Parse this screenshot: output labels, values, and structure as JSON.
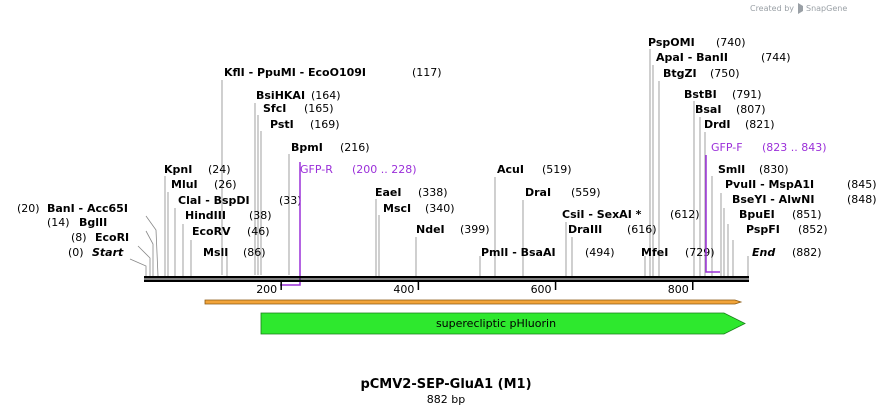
{
  "map": {
    "credit": "Created by",
    "brand": "SnapGene",
    "title": "pCMV2-SEP-GluA1 (M1)",
    "length_label": "882 bp",
    "sequence_length": 882,
    "ticks": [
      200,
      400,
      600,
      800
    ],
    "features": [
      {
        "label": "superecliptic pHluorin",
        "start": 171,
        "end": 882,
        "color": "#2ee82e"
      }
    ],
    "orfs": [
      {
        "start": 86,
        "end": 882,
        "color": "#f2a43a"
      }
    ],
    "sites": [
      {
        "label": "KflI  -  PpuMI  -  EcoO109I",
        "pos": "(117)"
      },
      {
        "label": "BsiHKAI",
        "pos": "(164)"
      },
      {
        "label": "SfcI",
        "pos": "(165)"
      },
      {
        "label": "PstI",
        "pos": "(169)"
      },
      {
        "label": "BpmI",
        "pos": "(216)"
      },
      {
        "label": "KpnI",
        "pos": "(24)"
      },
      {
        "label": "MluI",
        "pos": "(26)"
      },
      {
        "label": "ClaI  -  BspDI",
        "pos": "(33)"
      },
      {
        "label": "HindIII",
        "pos": "(38)"
      },
      {
        "label": "EcoRV",
        "pos": "(46)"
      },
      {
        "label": "MslI",
        "pos": "(86)"
      },
      {
        "label": "BanI  -  Acc65I",
        "pos": "(20)"
      },
      {
        "label": "BglII",
        "pos": "(14)"
      },
      {
        "label": "EcoRI",
        "pos": "(8)"
      },
      {
        "label": "Start",
        "pos": "(0)"
      },
      {
        "label": "EaeI",
        "pos": "(338)"
      },
      {
        "label": "MscI",
        "pos": "(340)"
      },
      {
        "label": "NdeI",
        "pos": "(399)"
      },
      {
        "label": "AcuI",
        "pos": "(519)"
      },
      {
        "label": "DraI",
        "pos": "(559)"
      },
      {
        "label": "PmlI  -  BsaAI",
        "pos": "(494)"
      },
      {
        "label": "CsiI  -  SexAI *",
        "pos": "(612)"
      },
      {
        "label": "DraIII",
        "pos": "(616)"
      },
      {
        "label": "MfeI",
        "pos": "(729)"
      },
      {
        "label": "PspOMI",
        "pos": "(740)"
      },
      {
        "label": "ApaI  -  BanII",
        "pos": "(744)"
      },
      {
        "label": "BtgZI",
        "pos": "(750)"
      },
      {
        "label": "BstBI",
        "pos": "(791)"
      },
      {
        "label": "BsaI",
        "pos": "(807)"
      },
      {
        "label": "DrdI",
        "pos": "(821)"
      },
      {
        "label": "SmlI",
        "pos": "(830)"
      },
      {
        "label": "PvuII  -  MspA1I",
        "pos": "(845)"
      },
      {
        "label": "BseYI  -  AlwNI",
        "pos": "(848)"
      },
      {
        "label": "BpuEI",
        "pos": "(851)"
      },
      {
        "label": "PspFI",
        "pos": "(852)"
      },
      {
        "label": "End",
        "pos": "(882)"
      }
    ],
    "primers": [
      {
        "label": "GFP-R",
        "range": "(200 .. 228)",
        "color": "#9b30d9"
      },
      {
        "label": "GFP-F",
        "range": "(823 .. 843)",
        "color": "#9b30d9"
      }
    ]
  }
}
